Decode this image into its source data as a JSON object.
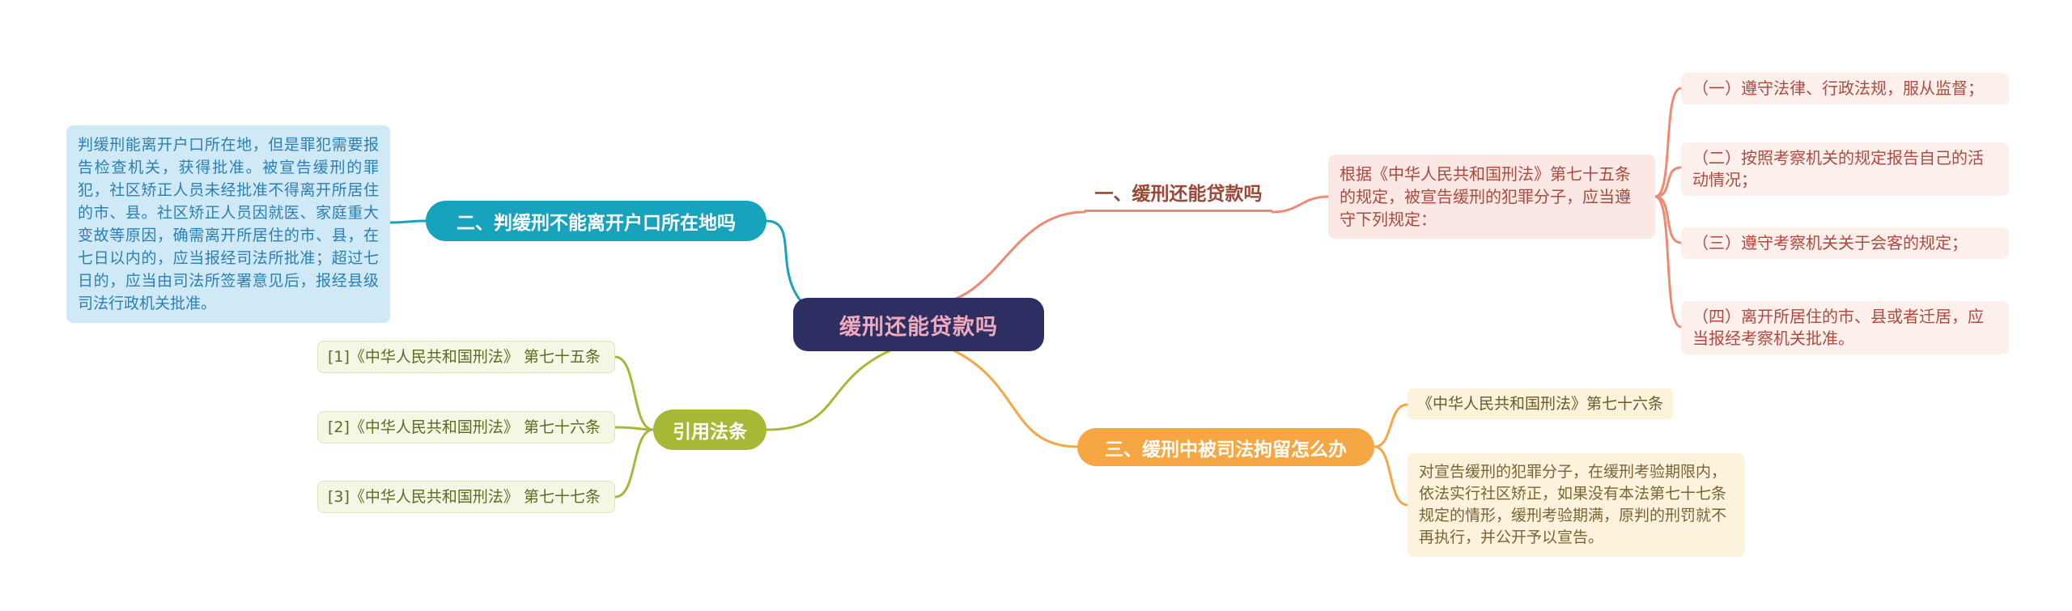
{
  "center": {
    "label": "缓刑还能贷款吗"
  },
  "branches": {
    "loan": {
      "label": "一、缓刑还能贷款吗",
      "note": "根据《中华人民共和国刑法》第七十五条的规定，被宣告缓刑的犯罪分子，应当遵守下列规定：",
      "items": [
        "（一）遵守法律、行政法规，服从监督；",
        "（二）按照考察机关的规定报告自己的活动情况；",
        "（三）遵守考察机关关于会客的规定；",
        "（四）离开所居住的市、县或者迁居，应当报经考察机关批准。"
      ]
    },
    "household": {
      "label": "二、判缓刑不能离开户口所在地吗",
      "note": "判缓刑能离开户口所在地，但是罪犯需要报告检查机关，获得批准。被宣告缓刑的罪犯，社区矫正人员未经批准不得离开所居住的市、县。社区矫正人员因就医、家庭重大变故等原因，确需离开所居住的市、县，在七日以内的，应当报经司法所批准；超过七日的，应当由司法所签署意见后，报经县级司法行政机关批准。"
    },
    "citations": {
      "label": "引用法条",
      "items": [
        "[1]《中华人民共和国刑法》 第七十五条",
        "[2]《中华人民共和国刑法》 第七十六条",
        "[3]《中华人民共和国刑法》 第七十七条"
      ]
    },
    "detention": {
      "label": "三、缓刑中被司法拘留怎么办",
      "ref": "《中华人民共和国刑法》第七十六条",
      "note": "对宣告缓刑的犯罪分子，在缓刑考验期限内，依法实行社区矫正，如果没有本法第七十七条规定的情形，缓刑考验期满，原判的刑罚就不再执行，并公开予以宣告。"
    }
  },
  "colors": {
    "salmon": "#ef8a72",
    "teal": "#17a2bd",
    "olive": "#a9b737",
    "orange": "#f6a743",
    "center_bg": "#2d2f63",
    "center_text": "#f0aabe",
    "pink_box_bg": "#fdefec",
    "blue_box_bg": "#cfe9f7",
    "cream_box_bg": "#fdf3dc"
  }
}
